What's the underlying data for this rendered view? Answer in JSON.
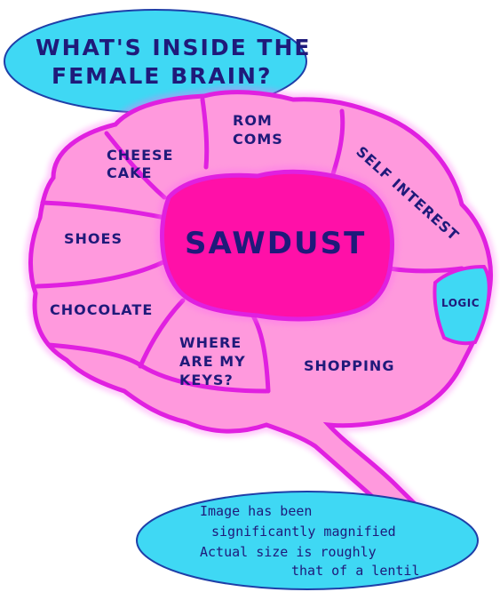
{
  "title": {
    "line1": "WHAT'S INSIDE THE",
    "line2": "FEMALE BRAIN?"
  },
  "regions": {
    "rom_coms": {
      "line1": "ROM",
      "line2": "COMS"
    },
    "cheese_cake": {
      "line1": "CHEESE",
      "line2": "CAKE"
    },
    "self_interest": "SELF INTEREST",
    "shoes": "SHOES",
    "sawdust": "SAWDUST",
    "chocolate": "CHOCOLATE",
    "where_keys": {
      "line1": "WHERE",
      "line2": "ARE MY",
      "line3": "KEYS?"
    },
    "shopping": "SHOPPING",
    "logic": "LOGIC"
  },
  "note": {
    "line1": "Image has been",
    "line2": "significantly magnified",
    "line3": "Actual size is roughly",
    "line4": "that of a lentil"
  },
  "colors": {
    "outline": "#e020e0",
    "region_fill": "#ff99dd",
    "center_fill": "#ff10a8",
    "bubble_fill": "#3fd8f4",
    "text": "#1f1a7a"
  }
}
